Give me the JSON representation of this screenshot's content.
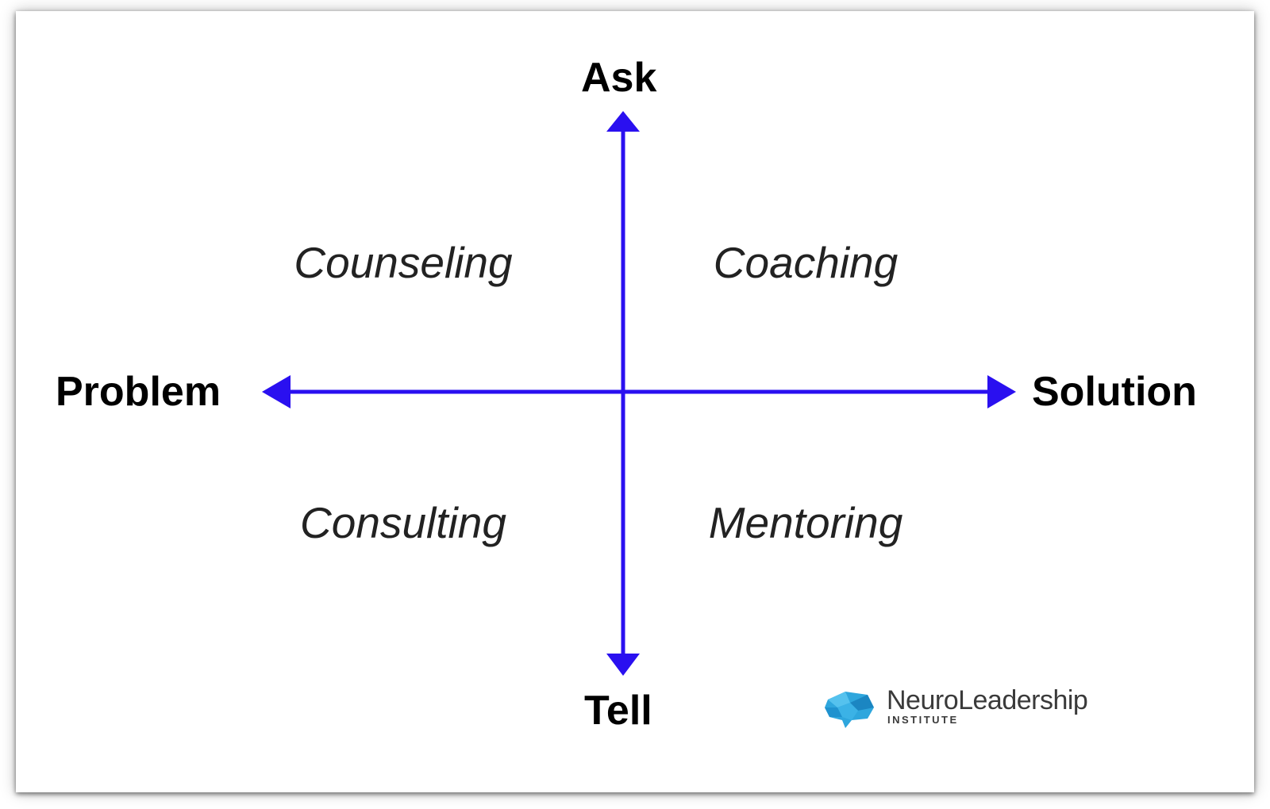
{
  "axes": {
    "top": "Ask",
    "bottom": "Tell",
    "left": "Problem",
    "right": "Solution"
  },
  "quadrants": {
    "top_left": "Counseling",
    "top_right": "Coaching",
    "bottom_left": "Consulting",
    "bottom_right": "Mentoring"
  },
  "logo": {
    "name": "NeuroLeadership",
    "subtitle": "INSTITUTE"
  },
  "colors": {
    "axis": "#2a10f0",
    "logo_brain": "#2ea6dd"
  }
}
